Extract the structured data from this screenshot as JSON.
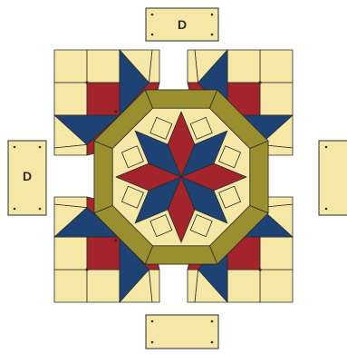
{
  "panels": {
    "top": {
      "label": "D"
    },
    "left": {
      "label": "D"
    },
    "right": {
      "label": ""
    },
    "bottom": {
      "label": ""
    }
  },
  "colors": {
    "cream": "#F5E7A6",
    "olive": "#9A8F2E",
    "red": "#A3242A",
    "blue": "#1D4273",
    "outline": "#2B2B2B",
    "dot": "#3A2A22"
  },
  "block_layout": {
    "corner_blocks": [
      "top-left",
      "top-right",
      "bottom-left",
      "bottom-right"
    ],
    "center_block": "octagon-star",
    "star_points": 8
  }
}
